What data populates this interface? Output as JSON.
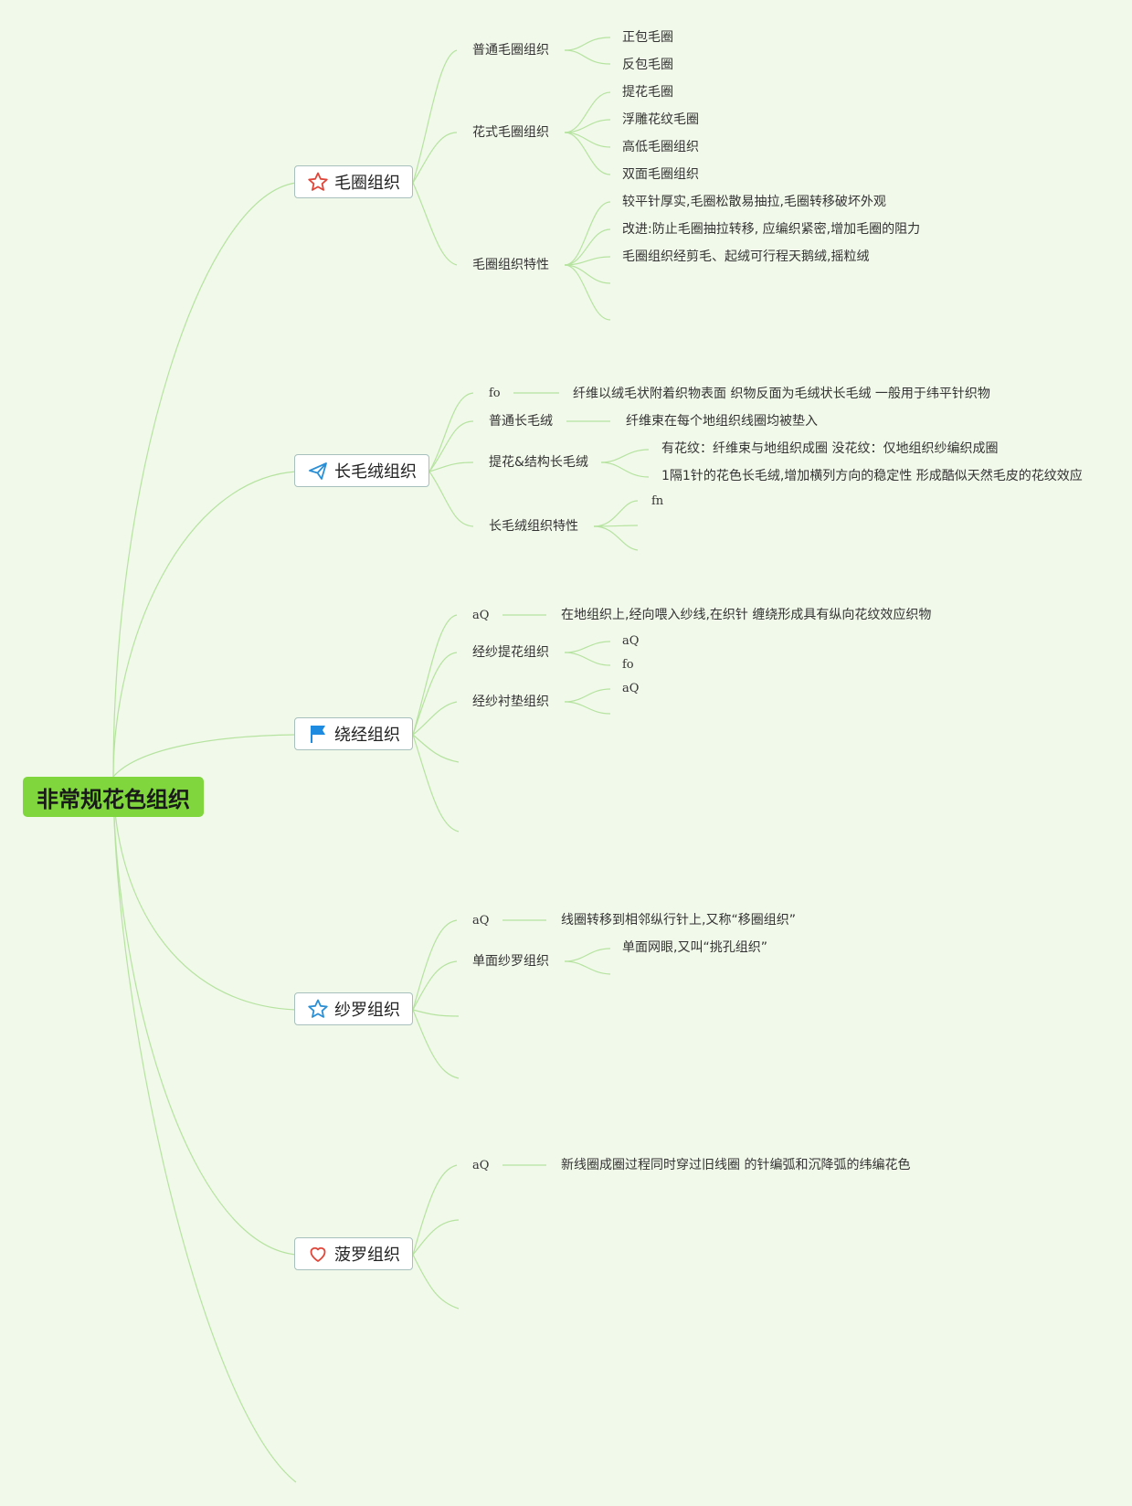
{
  "root": {
    "label": "非常规花色组织"
  },
  "branches": [
    {
      "label": "毛圈组织",
      "icon": "star-outline-icon",
      "color": "#e0463a",
      "subs": [
        {
          "label": "普通毛圈组织",
          "leaves": [
            "正包毛圈",
            "反包毛圈"
          ]
        },
        {
          "label": "花式毛圈组织",
          "leaves": [
            "提花毛圈",
            "浮雕花纹毛圈",
            "高低毛圈组织",
            "双面毛圈组织"
          ]
        },
        {
          "label": "毛圈组织特性",
          "leaves": [
            "较平针厚实,毛圈松散易抽拉,毛圈转移破坏外观",
            "改进:防止毛圈抽拉转移, 应编织紧密,增加毛圈的阻力",
            "毛圈组织经剪毛、起绒可行程天鹅绒,摇粒绒"
          ]
        }
      ]
    },
    {
      "label": "长毛绒组织",
      "icon": "paper-plane-icon",
      "color": "#2b8fd6",
      "subs": [
        {
          "label": "fo",
          "leaves": [
            "纤维以绒毛状附着织物表面 织物反面为毛绒状长毛绒 一般用于纬平针织物"
          ]
        },
        {
          "label": "普通长毛绒",
          "leaves": [
            "纤维束在每个地组织线圈均被垫入"
          ]
        },
        {
          "label": "提花&结构长毛绒",
          "leaves": [
            "有花纹：纤维束与地组织成圈 没花纹：仅地组织纱编织成圈",
            "1隔1针的花色长毛绒,增加横列方向的稳定性 形成酷似天然毛皮的花纹效应"
          ]
        },
        {
          "label": "长毛绒组织特性",
          "leaves": [
            "fn"
          ]
        }
      ]
    },
    {
      "label": "绕经组织",
      "icon": "flag-icon",
      "color": "#1f8be0",
      "subs": [
        {
          "label": "aQ",
          "leaves": [
            "在地组织上,经向喂入纱线,在织针 缠绕形成具有纵向花纹效应织物"
          ]
        },
        {
          "label": "经纱提花组织",
          "leaves": [
            "aQ",
            "fo"
          ]
        },
        {
          "label": "经纱衬垫组织",
          "leaves": [
            "aQ"
          ]
        }
      ]
    },
    {
      "label": "纱罗组织",
      "icon": "star-outline-icon",
      "color": "#2b8fd6",
      "subs": [
        {
          "label": "aQ",
          "leaves": [
            "线圈转移到相邻纵行针上,又称“移圈组织”"
          ]
        },
        {
          "label": "单面纱罗组织",
          "leaves": [
            "单面网眼,又叫“挑孔组织”"
          ]
        }
      ]
    },
    {
      "label": "菠罗组织",
      "icon": "heart-outline-icon",
      "color": "#e0463a",
      "subs": [
        {
          "label": "aQ",
          "leaves": [
            "新线圈成圈过程同时穿过旧线圈 的针编弧和沉降弧的纬编花色"
          ]
        }
      ]
    }
  ]
}
